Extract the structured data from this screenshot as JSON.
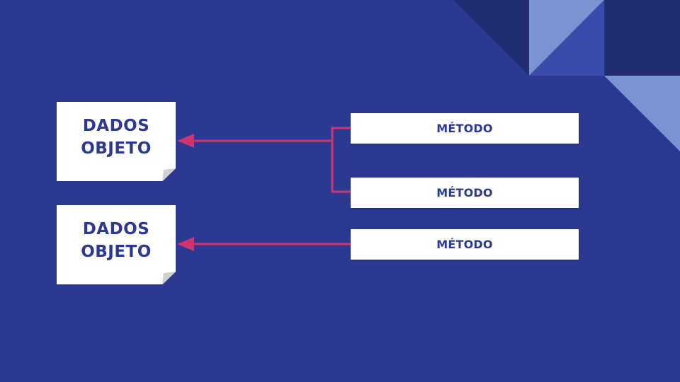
{
  "colors": {
    "background": "#2b3990",
    "text": "#2b3990",
    "card": "#ffffff",
    "arrow": "#d0336f",
    "decor_dark": "#232d72",
    "decor_light": "#7a94d2",
    "decor_mid": "#3a4bae",
    "fold": "#cfcfcf"
  },
  "objects": [
    {
      "line1": "DADOS",
      "line2": "OBJETO"
    },
    {
      "line1": "DADOS",
      "line2": "OBJETO"
    }
  ],
  "methods": [
    {
      "label": "MÉTODO"
    },
    {
      "label": "MÉTODO"
    },
    {
      "label": "MÉTODO"
    }
  ]
}
